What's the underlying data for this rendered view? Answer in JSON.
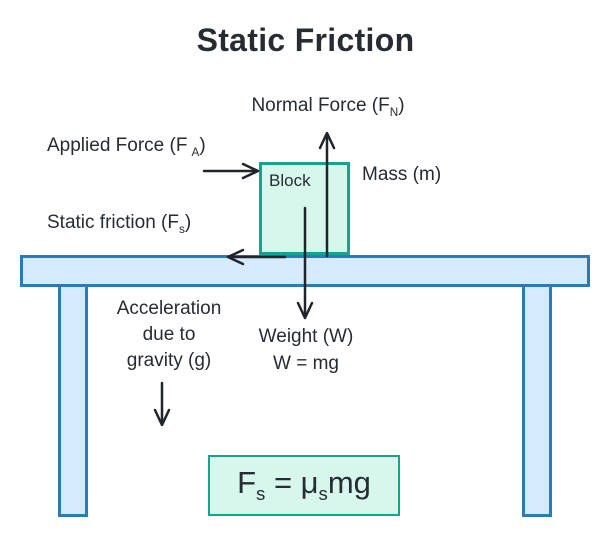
{
  "title": "Static Friction",
  "diagram": {
    "block_label": "Block",
    "mass_label": "Mass (m)",
    "normal_force": {
      "pre": "Normal Force (F",
      "sub": "N",
      "post": ")"
    },
    "applied_force": {
      "pre": "Applied Force (F",
      "sub": "A",
      "post": ")"
    },
    "static_friction": {
      "pre": "Static friction (F",
      "sub": "s",
      "post": ")"
    },
    "weight": {
      "line1": "Weight (W)",
      "line2": "W = mg"
    },
    "gravity": "Acceleration\ndue to\ngravity (g)",
    "formula": {
      "f": "F",
      "f_sub": "s",
      "eq": " = μ",
      "mu_sub": "s",
      "rest": "mg"
    }
  },
  "colors": {
    "text": "#272c33",
    "arrow": "#20242b",
    "block_fill": "#d7f7ec",
    "block_border": "#16a38c",
    "table_fill": "#d5eafb",
    "table_border": "#2e7ab5"
  }
}
